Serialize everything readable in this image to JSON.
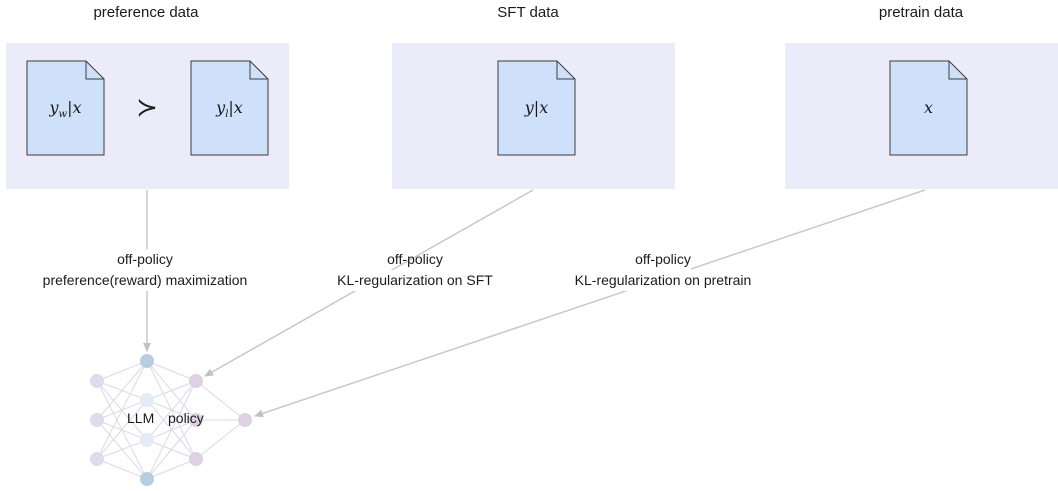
{
  "sections": {
    "preference": {
      "title": "preference data",
      "doc_left": "y_w|x",
      "doc_right": "y_l|x",
      "relation": "≻"
    },
    "sft": {
      "title": "SFT data",
      "doc": "y|x"
    },
    "pretrain": {
      "title": "pretrain data",
      "doc": "x"
    }
  },
  "edges": {
    "preference": {
      "line1": "off-policy",
      "line2": "preference(reward) maximization"
    },
    "sft": {
      "line1": "off-policy",
      "line2": "KL-regularization on SFT"
    },
    "pretrain": {
      "line1": "off-policy",
      "line2": "KL-regularization on pretrain"
    }
  },
  "network": {
    "label_left": "LLM",
    "label_right": "policy"
  },
  "colors": {
    "panel": "#ecebf9",
    "doc_fill": "#cfe0fb",
    "doc_stroke": "#3b3b3b",
    "arrow": "#c8c8c8",
    "node_blue": "#b7cde0",
    "node_pink": "#ddd1e3",
    "node_grey": "#dcdcea"
  }
}
